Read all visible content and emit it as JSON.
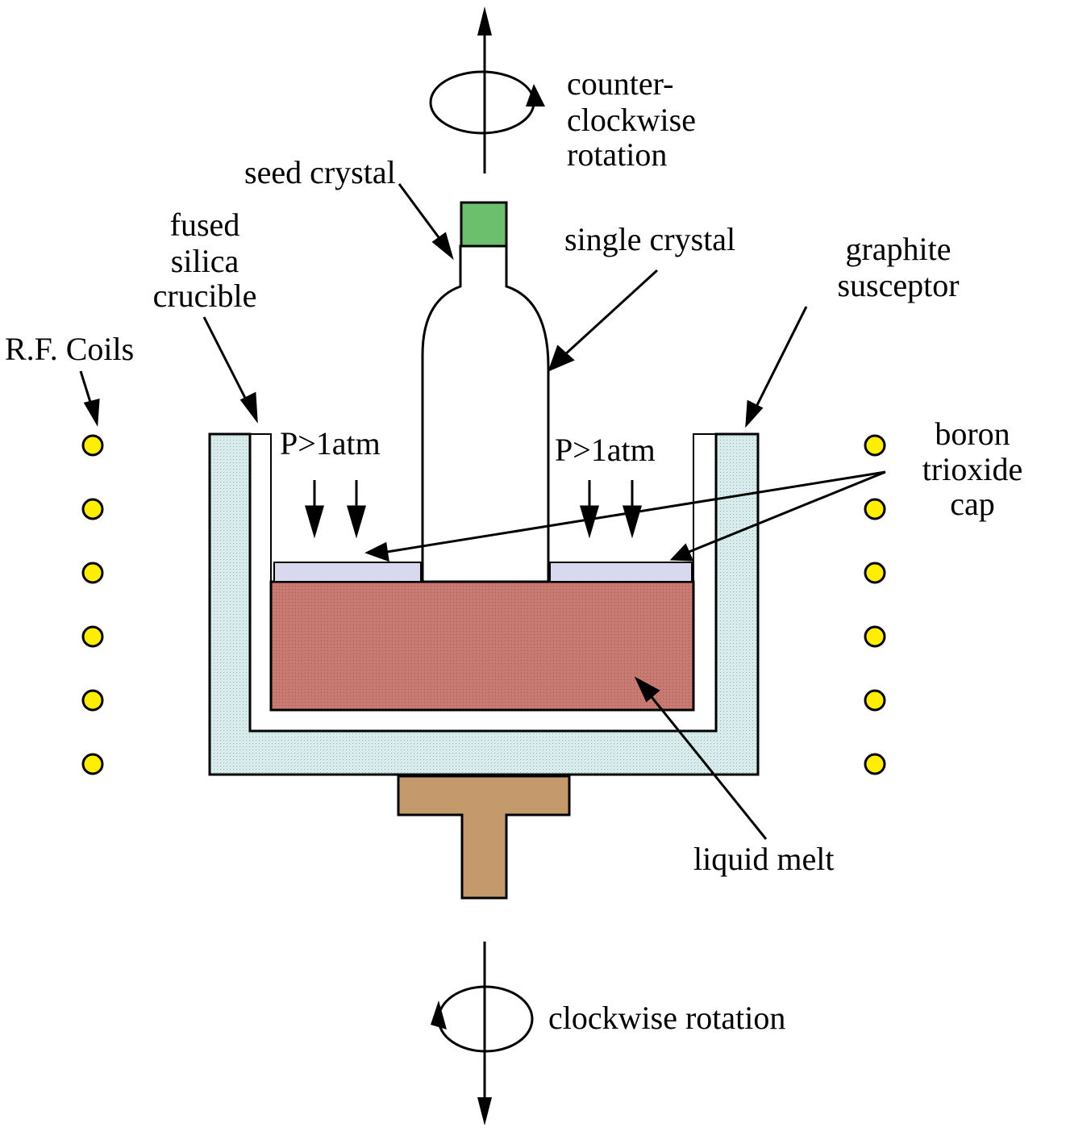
{
  "labels": {
    "counter_rotation": [
      "counter-",
      "clockwise",
      "rotation"
    ],
    "seed_crystal": "seed crystal",
    "fused_silica": [
      "fused",
      "silica",
      "crucible"
    ],
    "single_crystal": "single crystal",
    "graphite": [
      "graphite",
      "susceptor"
    ],
    "rf_coils": "R.F. Coils",
    "boron": [
      "boron",
      "trioxide",
      "cap"
    ],
    "pressure_left": "P>1atm",
    "pressure_right": "P>1atm",
    "liquid_melt": "liquid melt",
    "clockwise_rotation": "clockwise rotation"
  },
  "colors": {
    "susceptor_fill": "#d9ecec",
    "melt_fill": "#c87a72",
    "cap_fill": "#d8d8ee",
    "seed_fill": "#6cbf6c",
    "pedestal_fill": "#c49a6c",
    "coil_fill": "#ffee00",
    "line": "#000000"
  }
}
